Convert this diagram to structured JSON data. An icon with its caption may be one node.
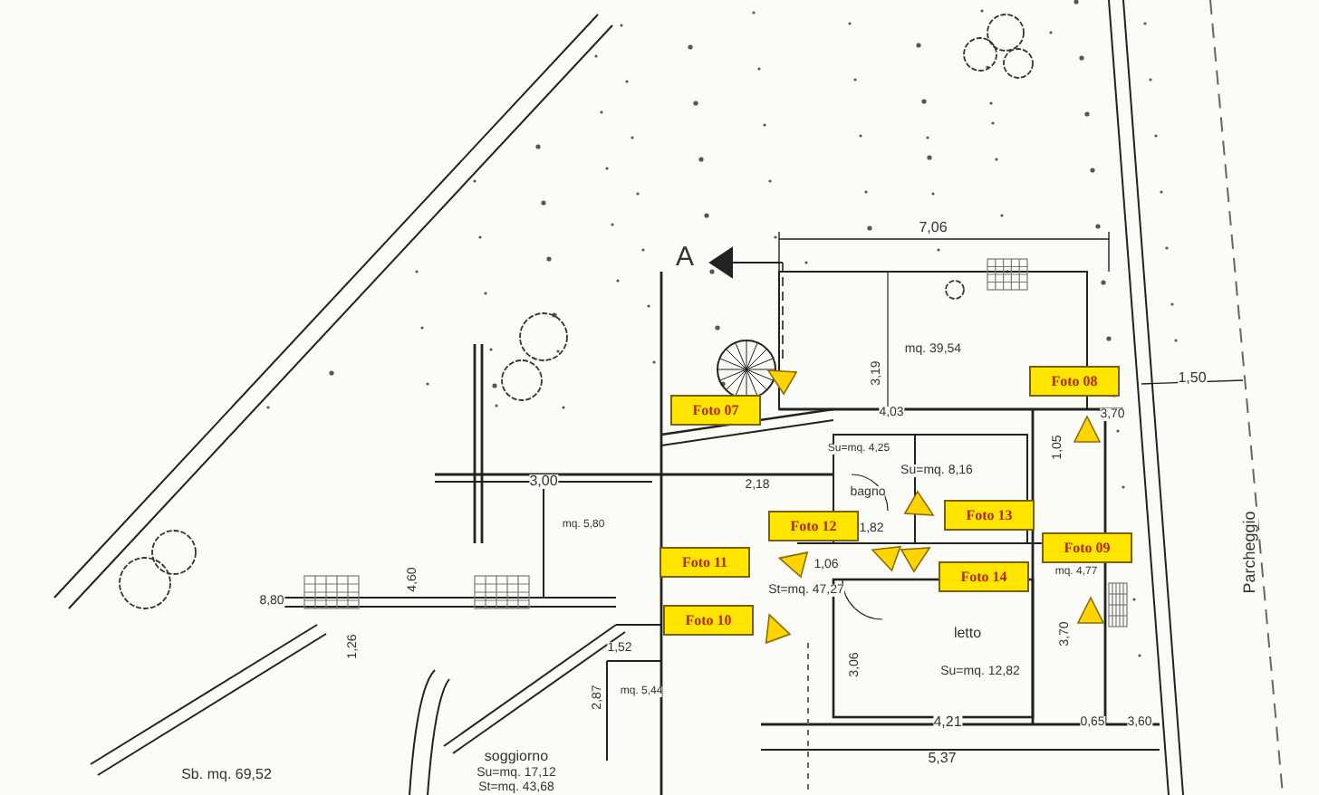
{
  "diagram": {
    "nodes": [
      {
        "text": [
          "Foto 08"
        ]
      },
      {
        "text": [
          "Foto 07"
        ]
      },
      {
        "text": [
          "Foto 13"
        ]
      },
      {
        "text": [
          "Foto 12"
        ]
      },
      {
        "text": [
          "Foto 09"
        ]
      },
      {
        "text": [
          "Foto 11"
        ]
      },
      {
        "text": [
          "Foto 14"
        ]
      },
      {
        "text": [
          "Foto 10"
        ]
      }
    ],
    "labels": [
      "A",
      "7,06",
      "mq. 39,54",
      "3,19",
      "4,03",
      "1,50",
      "3,70",
      "1,05",
      "Su=mq. 4,25",
      "Su=mq. 8,16",
      "bagno",
      "3,00",
      "2,18",
      "mq. 5,80",
      "1,82",
      "4,60",
      "1,06",
      "St=mq. 47,27",
      "mq. 4,77",
      "3,70",
      "8,80",
      "1,52",
      "letto",
      "Su=mq. 12,82",
      "3,06",
      "1,26",
      "2,87",
      "mq. 5,44",
      "4,21",
      "0,65",
      "3,60",
      "5,37",
      "Sb. mq. 69,52",
      "soggiorno",
      "Su=mq. 17,12",
      "St=mq. 43,68",
      "Parcheggio"
    ]
  }
}
